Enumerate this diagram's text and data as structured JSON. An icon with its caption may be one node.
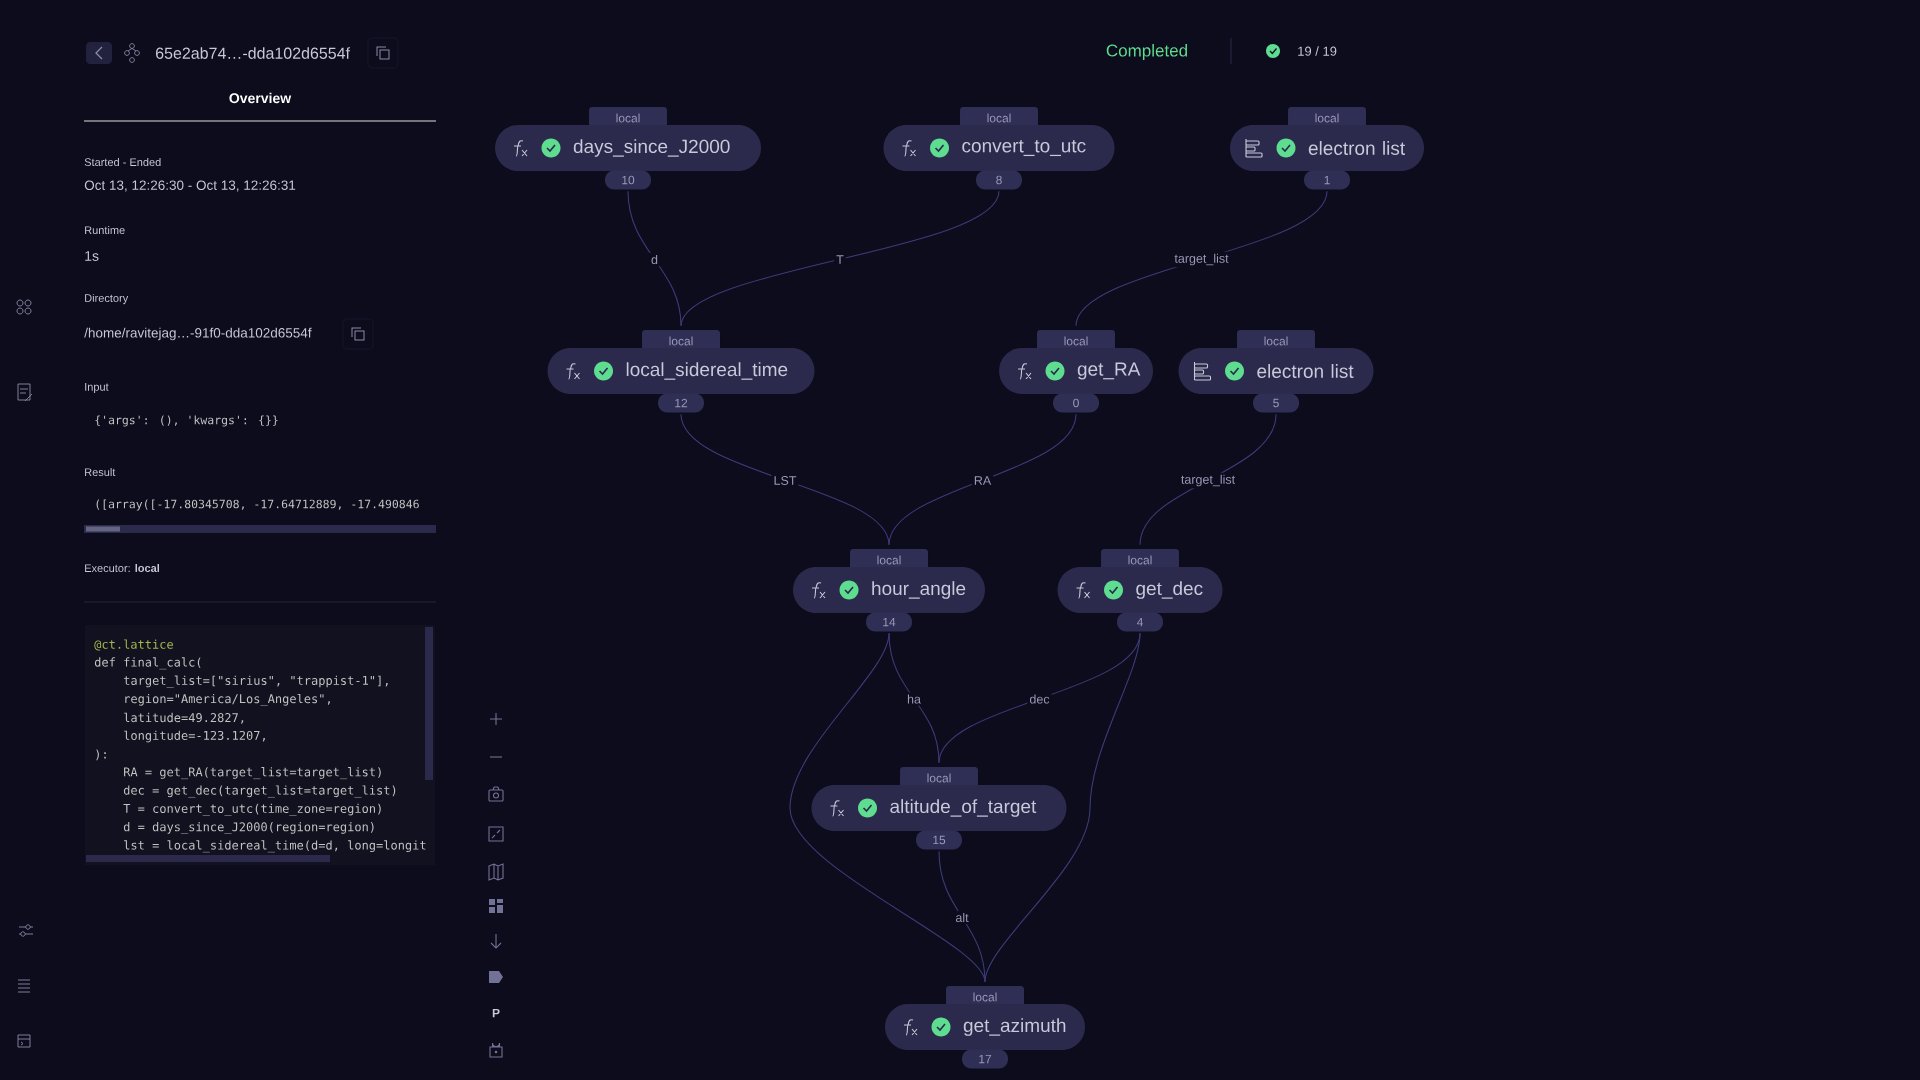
{
  "diagram": {
    "nodes": [
      {
        "text": [
          "days_since_J2000"
        ],
        "beside": [
          "local",
          "10"
        ]
      },
      {
        "text": [
          "convert_to_utc"
        ],
        "beside": [
          "local",
          "8"
        ]
      },
      {
        "text": [
          "electron list"
        ],
        "beside": [
          "local",
          "1"
        ]
      },
      {
        "text": [
          "local_sidereal_time"
        ],
        "beside": [
          "local",
          "12"
        ]
      },
      {
        "text": [
          "get_RA"
        ],
        "beside": [
          "local",
          "0"
        ]
      },
      {
        "text": [
          "electron list"
        ],
        "beside": [
          "local",
          "5"
        ]
      },
      {
        "text": [
          "hour_angle"
        ],
        "beside": [
          "local",
          "14"
        ]
      },
      {
        "text": [
          "get_dec"
        ],
        "beside": [
          "local",
          "4"
        ]
      },
      {
        "text": [
          "altitude_of_target"
        ],
        "beside": [
          "local",
          "15"
        ]
      },
      {
        "text": [
          "get_azimuth"
        ],
        "beside": [
          "local",
          "17"
        ]
      }
    ],
    "edges": [
      {
        "from": 0,
        "to": 3,
        "arrow": "none",
        "label": "d"
      },
      {
        "from": 1,
        "to": 3,
        "arrow": "none",
        "label": "T"
      },
      {
        "from": 2,
        "to": 4,
        "arrow": "none",
        "label": "target_list"
      },
      {
        "from": 3,
        "to": 6,
        "arrow": "none",
        "label": "LST"
      },
      {
        "from": 4,
        "to": 6,
        "arrow": "none",
        "label": "RA"
      },
      {
        "from": 5,
        "to": 7,
        "arrow": "none",
        "label": "target_list"
      },
      {
        "from": 6,
        "to": 8,
        "arrow": "none",
        "label": "ha"
      },
      {
        "from": 7,
        "to": 8,
        "arrow": "none",
        "label": "dec"
      },
      {
        "from": 6,
        "to": 9,
        "arrow": "none"
      },
      {
        "from": 7,
        "to": 9,
        "arrow": "none"
      },
      {
        "from": 8,
        "to": 9,
        "arrow": "none",
        "label": "alt"
      }
    ],
    "labels": [
      "65e2ab74…-dda102d6554f",
      "Overview",
      "Started - Ended",
      "Oct 13, 12:26:30 - Oct 13, 12:26:31",
      "Runtime",
      "1s",
      "Directory",
      "/home/ravitejag…-91f0-dda102d6554f",
      "Input",
      "{'args': (), 'kwargs': {}}",
      "Result",
      "([array([-17.80345708, -17.64712889, -17.490846",
      "Executor: **local**",
      "@ct.lattice",
      "def final_calc(",
      "target_list=[\"sirius\", \"trappist-1\"],",
      "region=\"America/Los_Angeles\",",
      "latitude=49.2827,",
      "longitude=-123.1207,",
      "):",
      "RA = get_RA(target_list=target_list)",
      "dec = get_dec(target_list=target_list)",
      "T = convert_to_utc(time_zone=region)",
      "d = days_since_J2000(region=region)",
      "lst = local_sidereal_time(d=d, long=longit",
      "Completed",
      "19 / 19",
      "P"
    ]
  }
}
